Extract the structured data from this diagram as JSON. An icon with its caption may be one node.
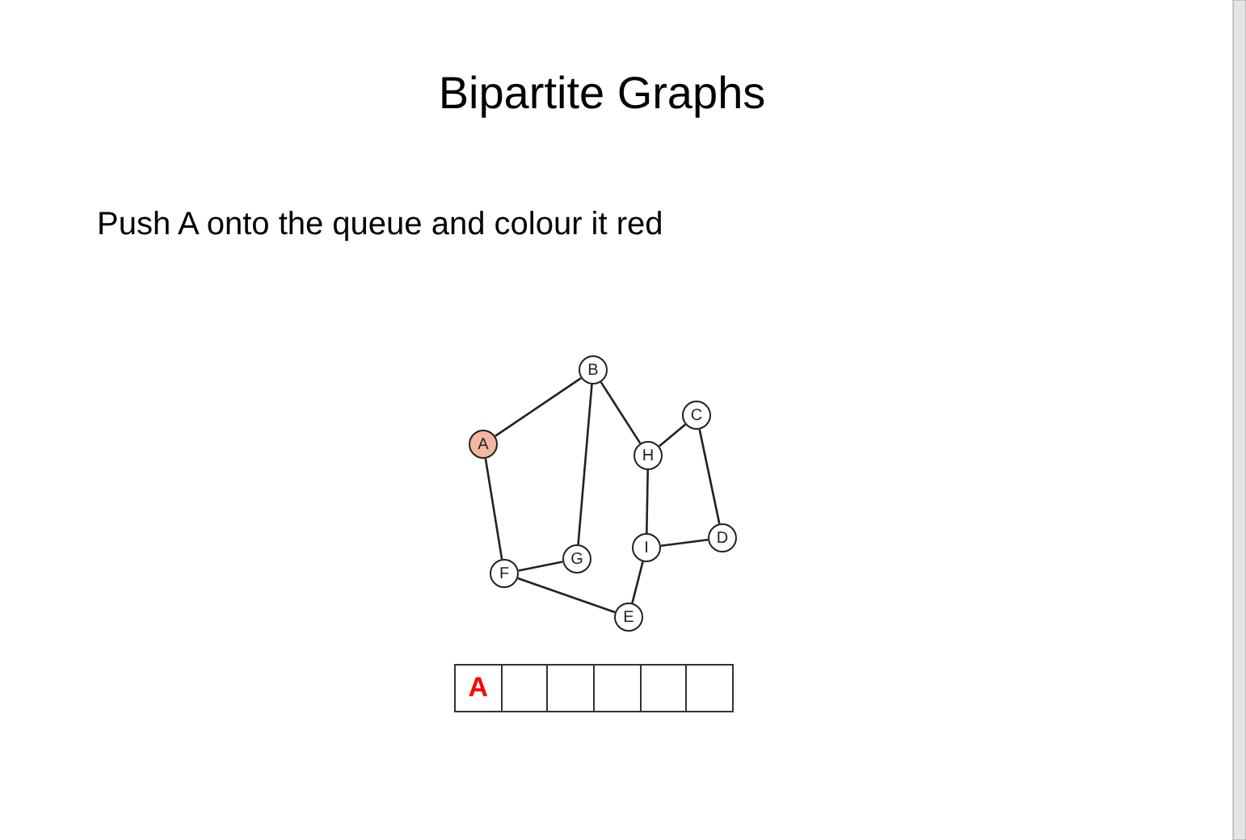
{
  "diagram": {
    "title": "Bipartite Graphs",
    "nodes": [
      {
        "text": [
          "A"
        ]
      },
      {
        "text": [
          "B"
        ]
      },
      {
        "text": [
          "C"
        ]
      },
      {
        "text": [
          "H"
        ]
      },
      {
        "text": [
          "D"
        ]
      },
      {
        "text": [
          "I"
        ]
      },
      {
        "text": [
          "G"
        ]
      },
      {
        "text": [
          "F"
        ]
      },
      {
        "text": [
          "E"
        ]
      }
    ],
    "edges": [
      {
        "from": 0,
        "to": 1,
        "arrow": "none"
      },
      {
        "from": 0,
        "to": 7,
        "arrow": "none"
      },
      {
        "from": 1,
        "to": 6,
        "arrow": "none"
      },
      {
        "from": 1,
        "to": 3,
        "arrow": "none"
      },
      {
        "from": 3,
        "to": 2,
        "arrow": "none"
      },
      {
        "from": 2,
        "to": 4,
        "arrow": "none"
      },
      {
        "from": 3,
        "to": 5,
        "arrow": "none"
      },
      {
        "from": 5,
        "to": 4,
        "arrow": "none"
      },
      {
        "from": 5,
        "to": 8,
        "arrow": "none"
      },
      {
        "from": 7,
        "to": 6,
        "arrow": "none"
      },
      {
        "from": 7,
        "to": 8,
        "arrow": "none"
      }
    ],
    "labels": [
      "Push A onto the queue and colour it red",
      "A"
    ]
  }
}
